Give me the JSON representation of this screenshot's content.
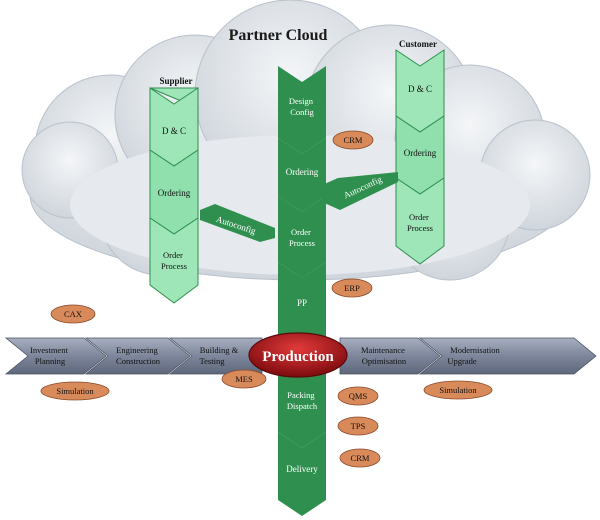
{
  "cloud_title": "Partner Cloud",
  "supplier": {
    "title": "Supplier",
    "steps": [
      "D & C",
      "Ordering",
      "Order Process"
    ]
  },
  "customer": {
    "title": "Customer",
    "steps": [
      "D & C",
      "Ordering",
      "Order Process"
    ]
  },
  "center_column": {
    "steps": [
      "Design Config",
      "Ordering",
      "Order Process",
      "PP",
      "Packing Dispatch",
      "Delivery"
    ]
  },
  "links": {
    "left": "Autoconfig",
    "right": "Autoconfig"
  },
  "lifecycle": {
    "phases": [
      "Investment Planning",
      "Engineering Construction",
      "Building & Testing",
      "Maintenance Optimisation",
      "Modernisation Upgrade"
    ],
    "center": "Production"
  },
  "systems": {
    "cax": "CAX",
    "sim_left": "Simulation",
    "mes": "MES",
    "crm_top": "CRM",
    "erp": "ERP",
    "qms": "QMS",
    "tps": "TPS",
    "crm_bottom": "CRM",
    "sim_right": "Simulation"
  },
  "colors": {
    "dark_green": "#2f8f4f",
    "mid_green": "#3da866",
    "light_green": "#9ee6b8",
    "arrow_band": "#8a93a8",
    "oval_fill": "#d98a5a",
    "production_red": "#b3141a",
    "cloud": "#e2e6ea"
  }
}
